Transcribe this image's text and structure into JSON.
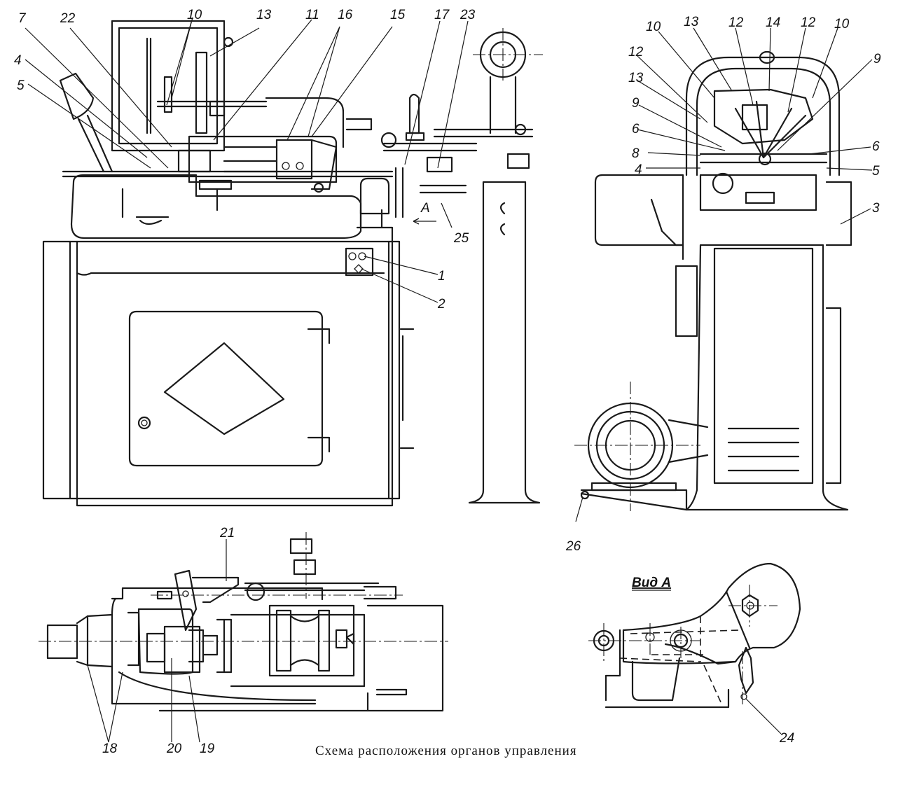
{
  "caption": "Схема расположения органов управления",
  "view_a_title": "Вид А",
  "arrow_a_label": "A",
  "front_view": {
    "labels": [
      "7",
      "22",
      "10",
      "13",
      "11",
      "16",
      "15",
      "17",
      "23",
      "4",
      "5",
      "25",
      "1",
      "2"
    ]
  },
  "side_view": {
    "labels": [
      "10",
      "13",
      "12",
      "14",
      "12",
      "10",
      "12",
      "13",
      "9",
      "6",
      "8",
      "4",
      "9",
      "6",
      "5",
      "3",
      "26"
    ]
  },
  "plan_view": {
    "labels": [
      "21",
      "18",
      "20",
      "19"
    ]
  },
  "view_a": {
    "labels": [
      "24"
    ]
  }
}
